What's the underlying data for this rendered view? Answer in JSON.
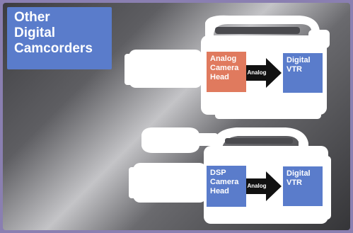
{
  "title": [
    "Other",
    "Digital",
    "Camcorders"
  ],
  "colors": {
    "title_box": "#5a7ccb",
    "analog_head": "#e07a5e",
    "dsp_head": "#5a7ccb",
    "vtr": "#5a7ccb",
    "arrow": "#111111",
    "camera": "#ffffff",
    "frame": "#8a7fb1"
  },
  "top_camera": {
    "head_lines": [
      "Analog",
      "Camera",
      "Head"
    ],
    "arrow_label": "Analog",
    "vtr_lines": [
      "Digital",
      "VTR"
    ]
  },
  "bottom_camera": {
    "head_lines": [
      "DSP",
      "Camera",
      "Head"
    ],
    "arrow_label": "Analog",
    "vtr_lines": [
      "Digital",
      "VTR"
    ]
  }
}
